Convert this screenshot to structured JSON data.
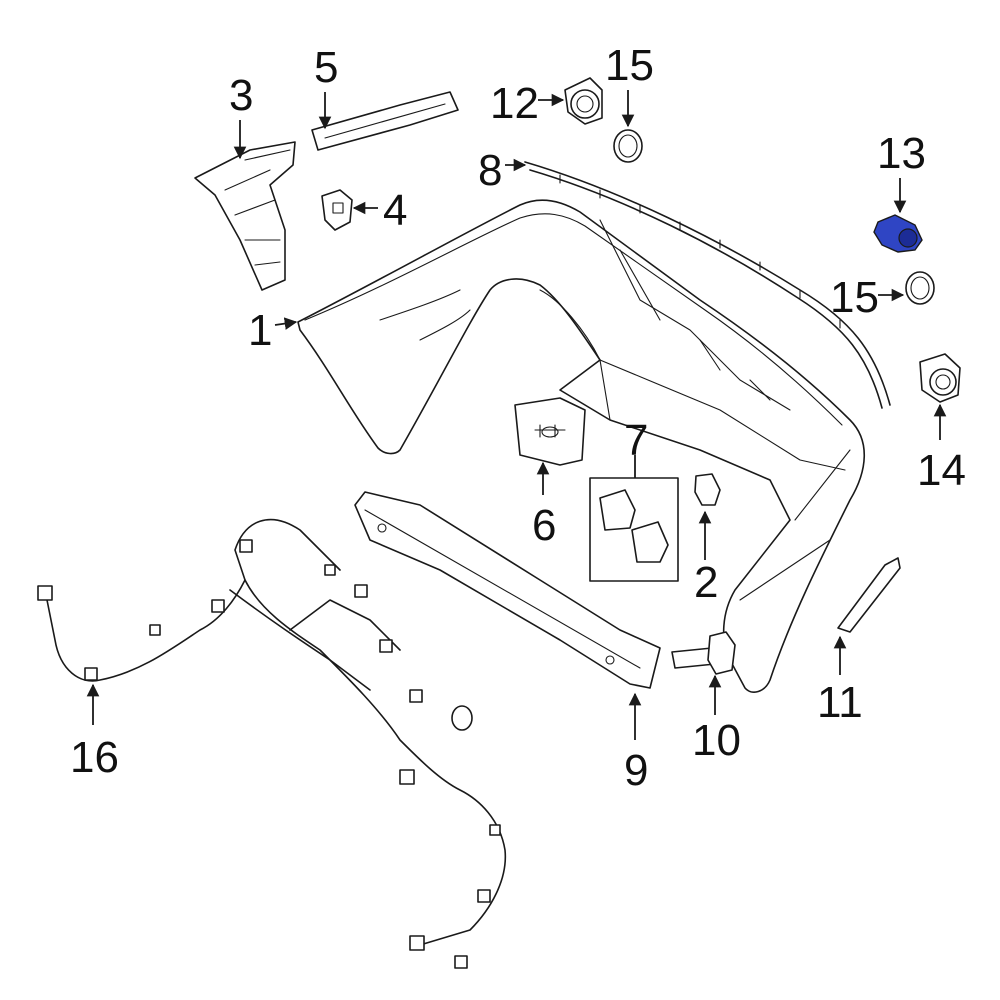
{
  "diagram": {
    "highlight_color": "#2f45c4",
    "highlighted_part": "13",
    "callouts": {
      "c1": "1",
      "c2": "2",
      "c3": "3",
      "c4": "4",
      "c5": "5",
      "c6": "6",
      "c7": "7",
      "c8": "8",
      "c9": "9",
      "c10": "10",
      "c11": "11",
      "c12": "12",
      "c13": "13",
      "c14": "14",
      "c15a": "15",
      "c15b": "15",
      "c16": "16"
    }
  }
}
